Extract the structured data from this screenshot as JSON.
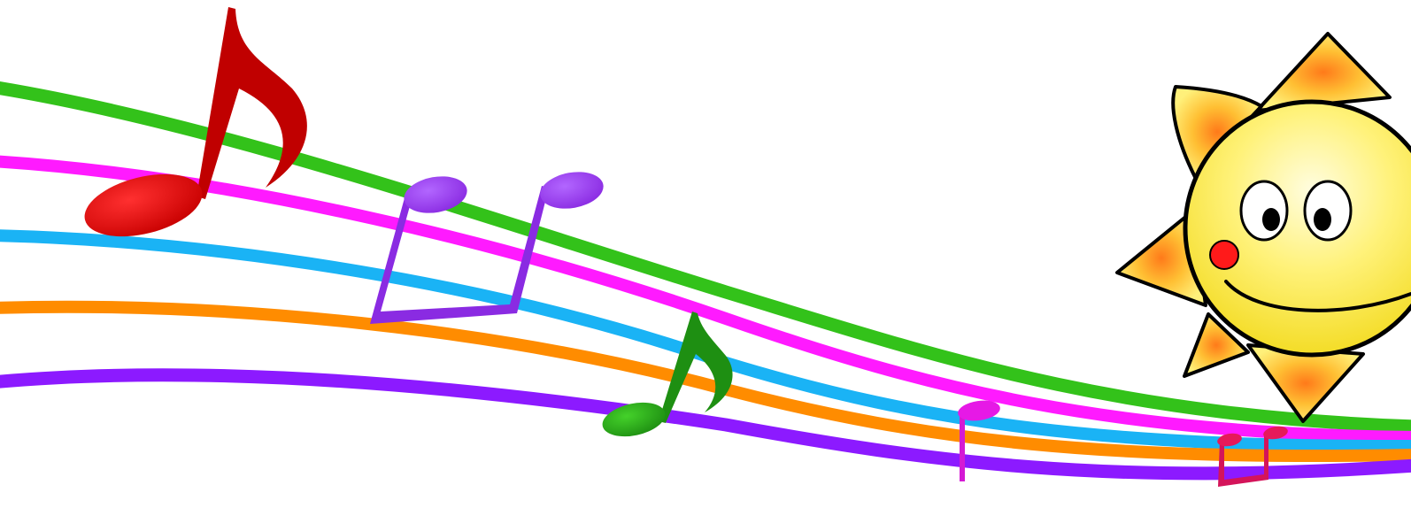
{
  "scene": {
    "background": "#ffffff",
    "staff_lines": [
      {
        "name": "green-line",
        "color": "#33c21a"
      },
      {
        "name": "magenta-line",
        "color": "#ff1aff"
      },
      {
        "name": "blue-line",
        "color": "#1ab3f5"
      },
      {
        "name": "orange-line",
        "color": "#ff8c00"
      },
      {
        "name": "purple-line",
        "color": "#8c1aff"
      }
    ],
    "notes": [
      {
        "name": "red-eighth-note-icon",
        "kind": "eighth",
        "color": "#e60000"
      },
      {
        "name": "purple-beamed-notes-icon",
        "kind": "beamed-pair",
        "color": "#9933ff"
      },
      {
        "name": "green-eighth-note-icon",
        "kind": "eighth",
        "color": "#2aa81a"
      },
      {
        "name": "magenta-quarter-note-icon",
        "kind": "quarter",
        "color": "#e619e6"
      },
      {
        "name": "pink-beamed-notes-icon",
        "kind": "beamed-pair",
        "color": "#e6195a"
      }
    ],
    "sun": {
      "name": "smiling-sun-icon",
      "face_color": "#fff27a",
      "ray_color": "#ffd21a",
      "ray_glow_color": "#ff8a1a",
      "cheek_color": "#ff1a1a",
      "outline_color": "#000000"
    }
  }
}
